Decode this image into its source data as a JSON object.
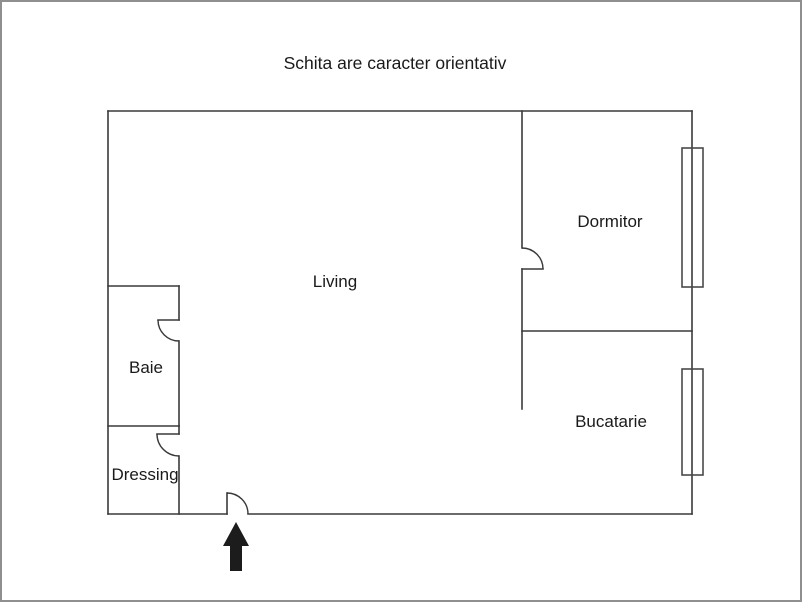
{
  "title": "Schita are caracter orientativ",
  "rooms": [
    {
      "name": "Living"
    },
    {
      "name": "Dormitor"
    },
    {
      "name": "Bucatarie"
    },
    {
      "name": "Baie"
    },
    {
      "name": "Dressing"
    }
  ],
  "icons": {
    "entrance_arrow": "up-arrow"
  },
  "colors": {
    "wall": "#3a3a3a",
    "window": "#4a4a4a",
    "text": "#1a1a1a",
    "arrow": "#1c1c1c",
    "border": "#8f8f8f",
    "background": "#ffffff"
  }
}
